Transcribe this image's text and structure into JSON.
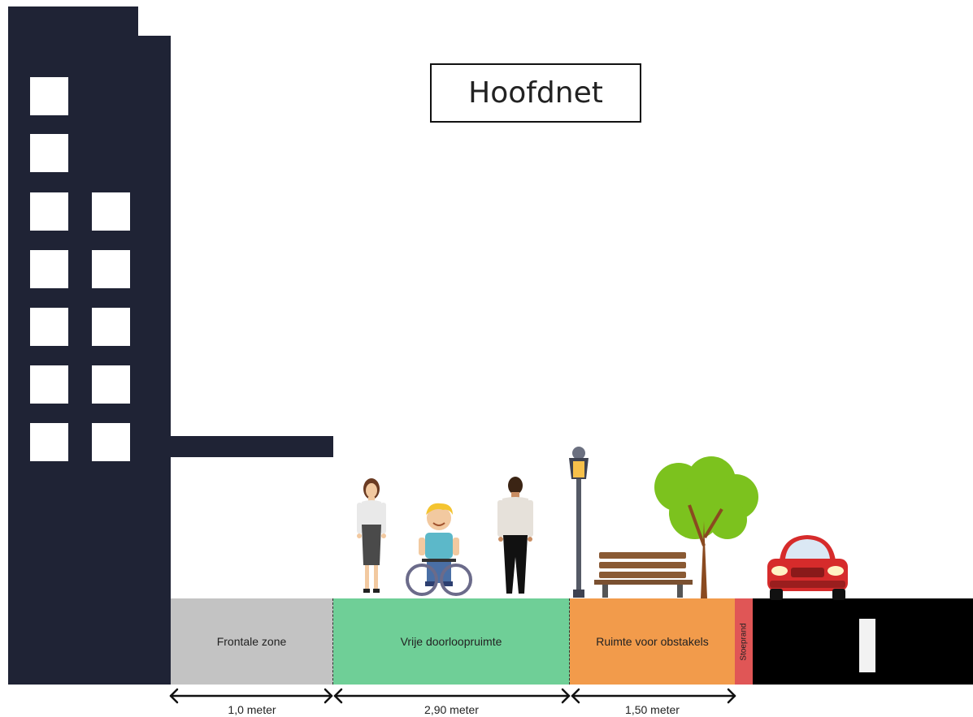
{
  "title": "Hoofdnet",
  "zones": {
    "frontale": "Frontale zone",
    "vrije": "Vrije doorloopruimte",
    "obstakels": "Ruimte voor obstakels",
    "stoeprand": "Stoeprand"
  },
  "dimensions": {
    "frontale": "1,0 meter",
    "vrije": "2,90 meter",
    "obstakels": "1,50 meter"
  },
  "colors": {
    "building": "#1f2335",
    "frontale": "#c3c3c3",
    "vrije": "#6fcf97",
    "obstakels": "#f29b4b",
    "stoeprand": "#e05656",
    "road": "#000000"
  }
}
